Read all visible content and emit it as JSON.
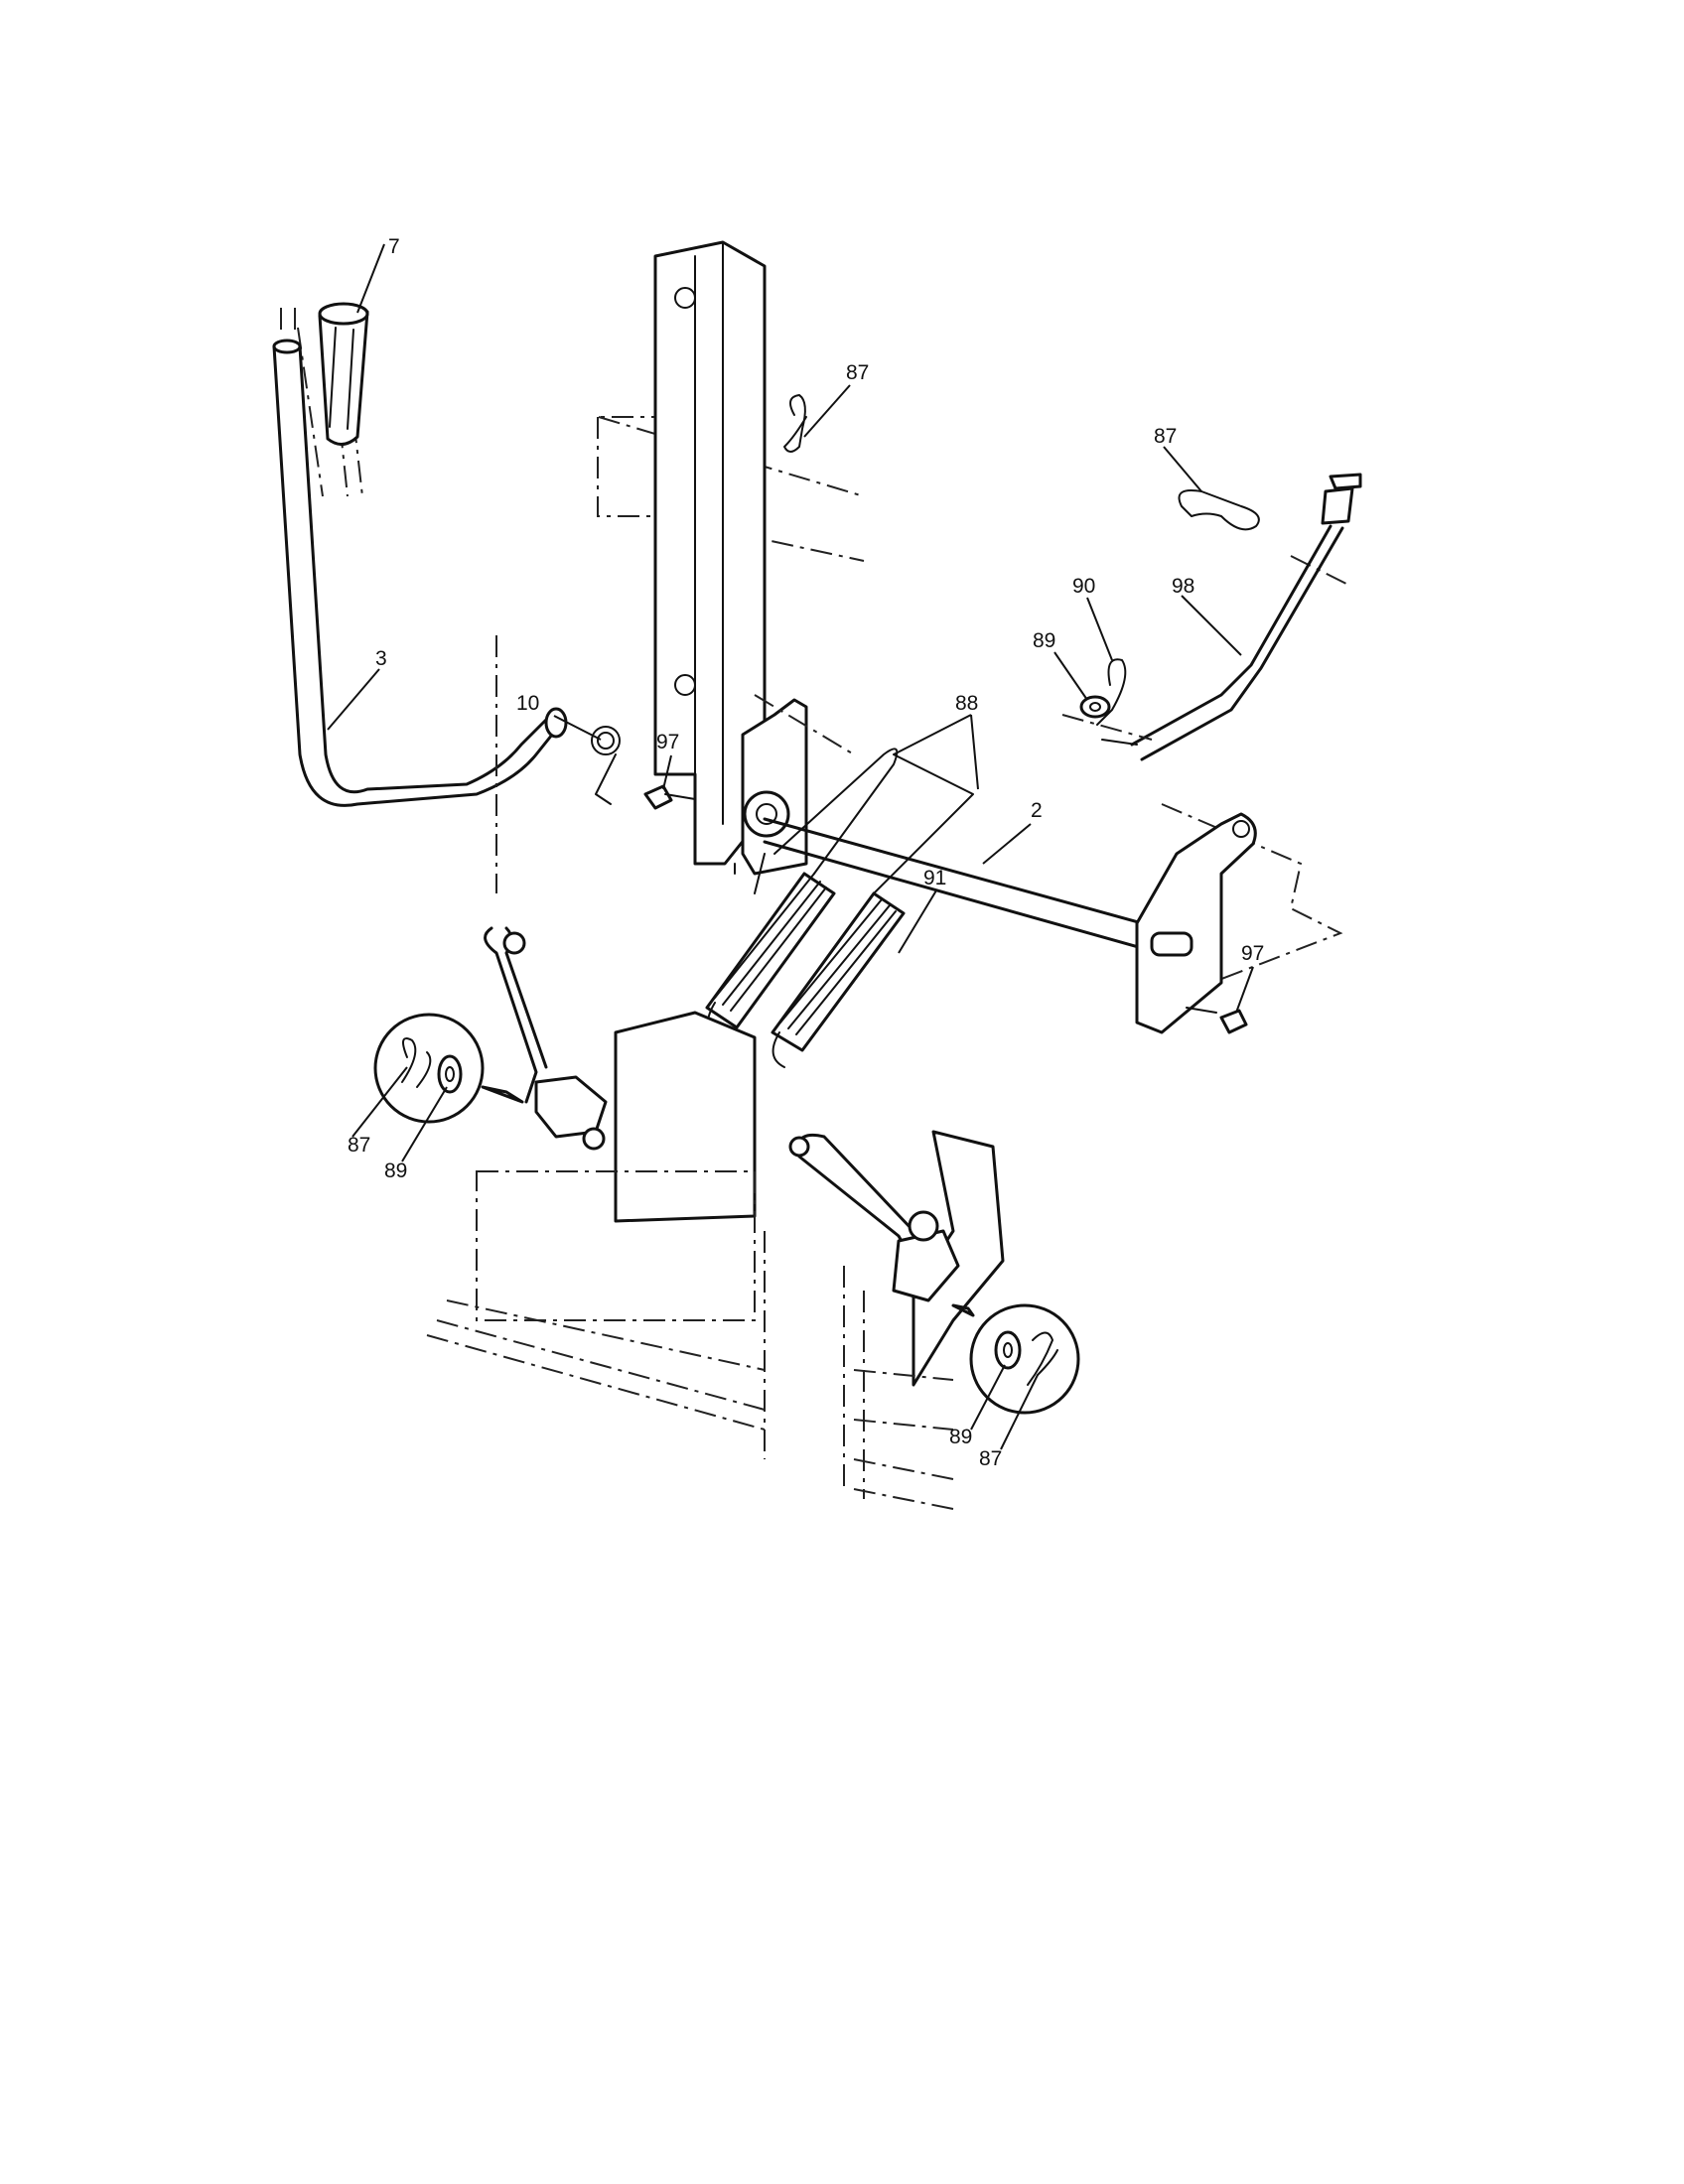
{
  "callouts": {
    "c7": "7",
    "c87_top": "87",
    "c87_right": "87",
    "c90": "90",
    "c98": "98",
    "c89_right": "89",
    "c88": "88",
    "c3": "3",
    "c10": "10",
    "c97_left": "97",
    "c2": "2",
    "c97_right": "97",
    "c91": "91",
    "c87_detail_left": "87",
    "c89_detail_left": "89",
    "c89_detail_right": "89",
    "c87_detail_right": "87"
  }
}
